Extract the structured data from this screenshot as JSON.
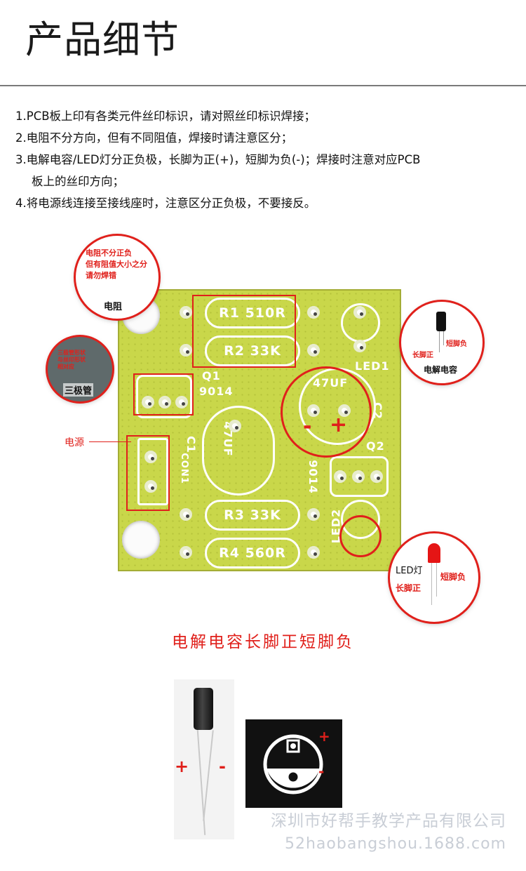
{
  "header": {
    "title": "产品细节"
  },
  "notes": [
    {
      "line1": "1.PCB板上印有各类元件丝印标识，请对照丝印标识焊接；",
      "line2": ""
    },
    {
      "line1": "2.电阻不分方向，但有不同阻值，焊接时请注意区分；",
      "line2": ""
    },
    {
      "line1": "3.电解电容/LED灯分正负极，长脚为正(+)，短脚为负(-)；焊接时注意对应PCB",
      "line2": "板上的丝印方向；"
    },
    {
      "line1": "4.将电源线连接至接线座时，注意区分正负极，不要接反。",
      "line2": ""
    }
  ],
  "pcb": {
    "r1": "R1 510R",
    "r2": "R2 33K",
    "r3": "R3 33K",
    "r4": "R4 560R",
    "q1": "Q1",
    "q1_part": "9014",
    "q2": "Q2",
    "q2_part": "9014",
    "c1": "C1",
    "c1_value": "47UF",
    "c2": "C2",
    "c2_value": "47UF",
    "led1": "LED1",
    "led2": "LED2",
    "con": "CON1",
    "plus": "+",
    "minus": "-"
  },
  "callouts": {
    "resistor": {
      "note1": "电阻不分正负",
      "note2": "但有阻值大小之分",
      "note3": "请勿焊错",
      "label": "电阻"
    },
    "transistor": {
      "note1": "三极管形状",
      "note2": "与丝印形状",
      "note3": "相对应",
      "label": "三极管"
    },
    "power": {
      "label": "电源"
    },
    "capacitor": {
      "long": "长脚正",
      "short": "短脚负",
      "label": "电解电容"
    },
    "led": {
      "label": "LED灯",
      "long": "长脚正",
      "short": "短脚负"
    }
  },
  "section": {
    "subhead": "电解电容长脚正短脚负"
  },
  "cap_photo": {
    "plus": "+",
    "minus": "-"
  },
  "silk_photo": {
    "plus": "+",
    "minus": "-"
  },
  "footer": {
    "company": "深圳市好帮手教学产品有限公司",
    "url": "52haobangshou.1688.com"
  }
}
